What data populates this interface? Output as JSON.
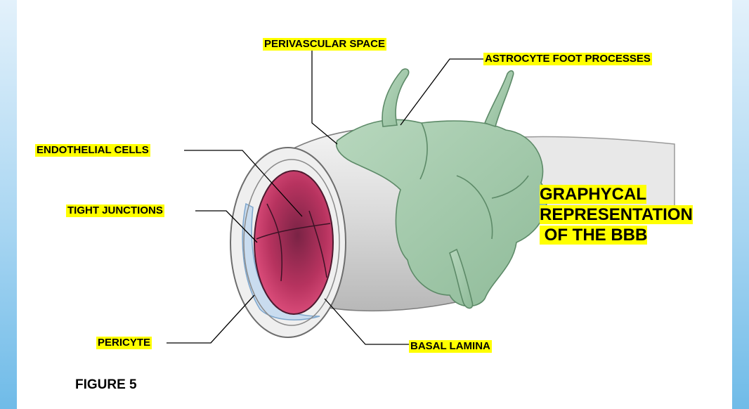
{
  "labels": {
    "perivascular_space": "PERIVASCULAR SPACE",
    "astrocyte_foot_processes": "ASTROCYTE FOOT PROCESSES",
    "endothelial_cells": "ENDOTHELIAL CELLS",
    "tight_junctions": "TIGHT JUNCTIONS",
    "pericyte": "PERICYTE",
    "basal_lamina": "BASAL LAMINA"
  },
  "title": {
    "line1": "GRAPHYCAL",
    "line2": "REPRESENTATION",
    "line3": " OF THE BBB"
  },
  "figure_label": "FIGURE 5",
  "colors": {
    "label_highlight": "#ffff00",
    "astrocyte": "#9fc6a8",
    "lumen": "#c8406a",
    "vessel_wall": "#e6e6e6",
    "pericyte": "#c9dcef",
    "side_band": "#6fbbe8"
  }
}
